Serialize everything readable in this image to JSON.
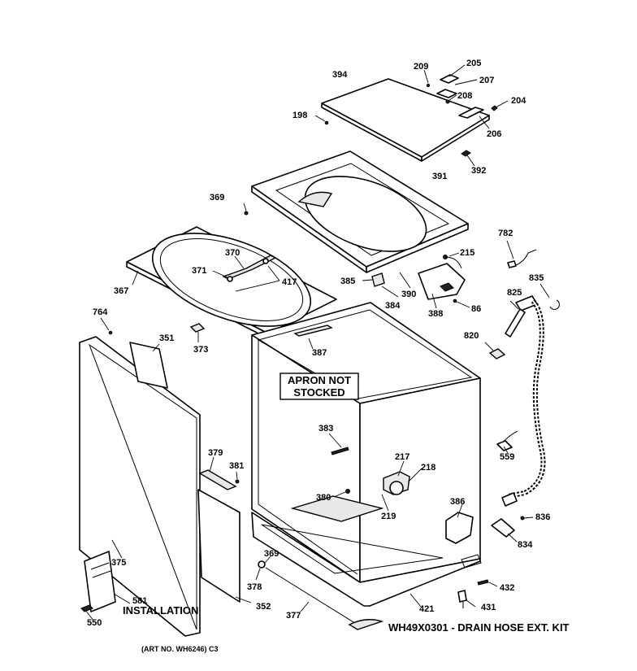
{
  "diagram": {
    "callouts": {
      "c394": "394",
      "c209": "209",
      "c205": "205",
      "c207": "207",
      "c208": "208",
      "c204": "204",
      "c198": "198",
      "c206": "206",
      "c392": "392",
      "c391": "391",
      "c369a": "369",
      "c370": "370",
      "c371": "371",
      "c417": "417",
      "c367": "367",
      "c215": "215",
      "c782": "782",
      "c385": "385",
      "c390": "390",
      "c384": "384",
      "c388": "388",
      "c86": "86",
      "c835": "835",
      "c825": "825",
      "c764": "764",
      "c351": "351",
      "c373": "373",
      "c387": "387",
      "c820": "820",
      "c383": "383",
      "c379": "379",
      "c381": "381",
      "c217": "217",
      "c218": "218",
      "c219": "219",
      "c380": "380",
      "c386": "386",
      "c559": "559",
      "c836": "836",
      "c834": "834",
      "c375": "375",
      "c369b": "369",
      "c378": "378",
      "c352": "352",
      "c377": "377",
      "c421": "421",
      "c432": "432",
      "c431": "431",
      "c581": "581",
      "c550": "550"
    },
    "apron_note_line1": "APRON NOT",
    "apron_note_line2": "STOCKED",
    "installation_label": "INSTALLATION",
    "drain_kit_label": "WH49X0301 - DRAIN HOSE EXT. KIT",
    "art_number": "(ART NO. WH6246) C3"
  }
}
